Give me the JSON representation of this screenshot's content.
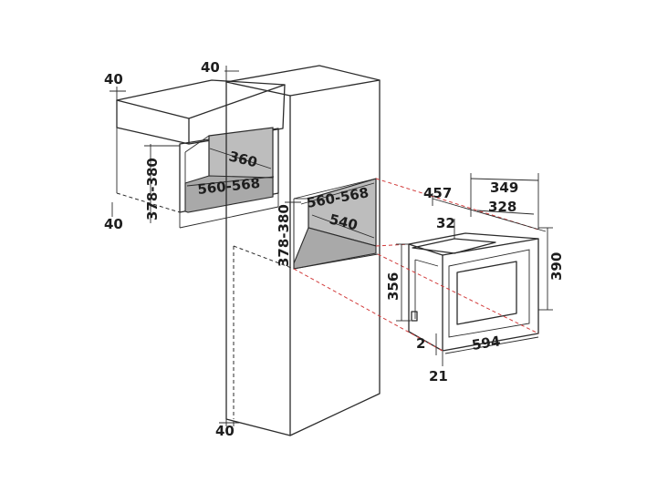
{
  "colors": {
    "line": "#2b2b2b",
    "cavity": "#bdbdbd",
    "cut_guide": "#d23c3c",
    "background": "#ffffff"
  },
  "dimensions": {
    "wall_cab_top_gap": "40",
    "wall_cab_bottom_gap": "40",
    "wall_cab_height": "378-380",
    "wall_cab_depth": "360",
    "wall_cab_width": "560-568",
    "tall_cab_top_gap": "40",
    "tall_cab_niche_width": "560-568",
    "tall_cab_niche_depth": "540",
    "tall_cab_niche_height": "378-380",
    "tall_cab_bottom_gap": "40",
    "appliance_total_depth": "457",
    "appliance_frame_depth": "349",
    "appliance_body_depth": "328",
    "appliance_top_offset": "32",
    "appliance_body_height": "356",
    "appliance_front_height": "390",
    "appliance_front_width": "594",
    "appliance_foot": "2",
    "appliance_front_thickness": "21"
  }
}
